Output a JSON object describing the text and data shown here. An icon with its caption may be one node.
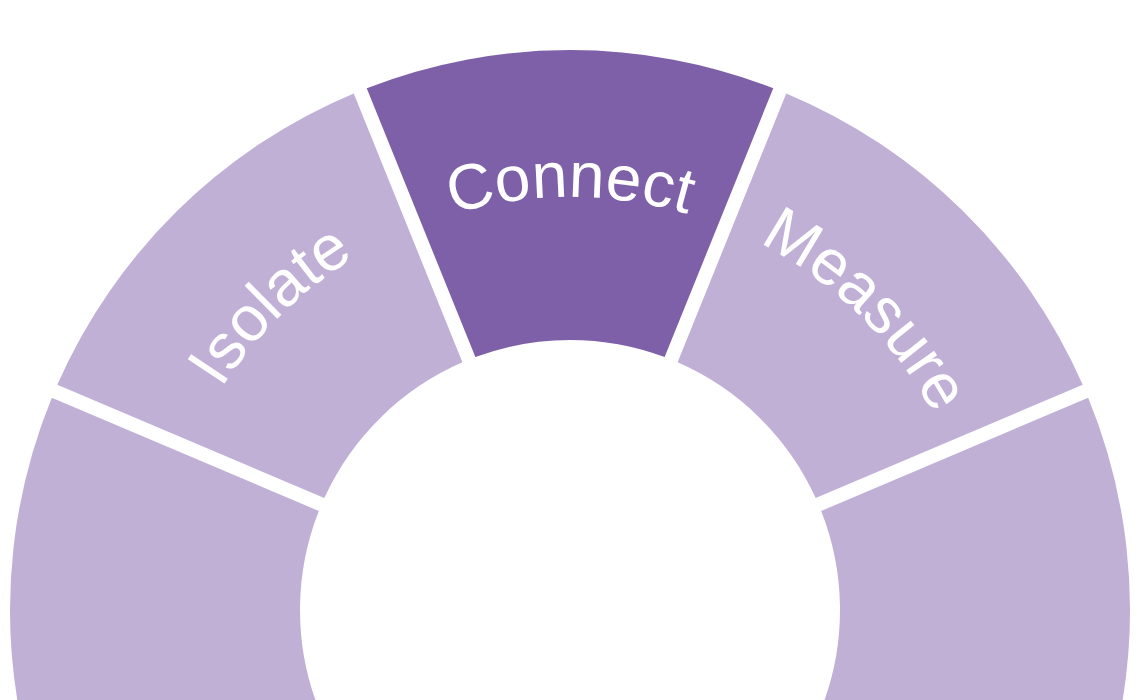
{
  "diagram": {
    "nodes": [
      {
        "text": [],
        "shape": "arc"
      },
      {
        "text": [
          "Isolate"
        ]
      },
      {
        "text": [
          "Connect"
        ]
      },
      {
        "text": [
          "Measure"
        ]
      },
      {
        "text": [],
        "shape": "arc"
      }
    ]
  }
}
